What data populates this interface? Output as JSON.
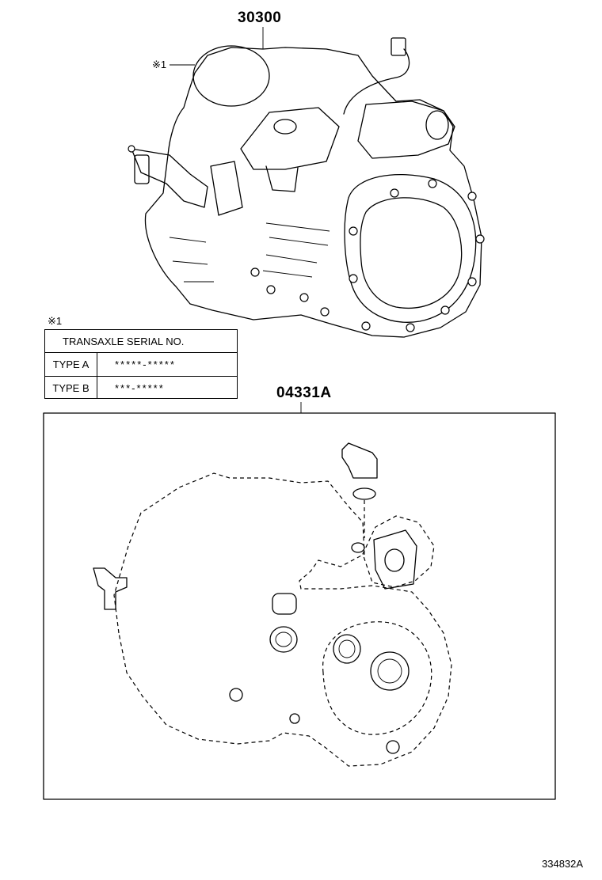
{
  "part_numbers": {
    "transaxle_assy": "30300",
    "gasket_kit": "04331A"
  },
  "note_marker": "※1",
  "serial_table": {
    "marker": "※1",
    "header": "TRANSAXLE SERIAL NO.",
    "rows": [
      {
        "type": "TYPE A",
        "format": "*****-*****"
      },
      {
        "type": "TYPE B",
        "format": "***-*****"
      }
    ]
  },
  "illustration_id": "334832A"
}
